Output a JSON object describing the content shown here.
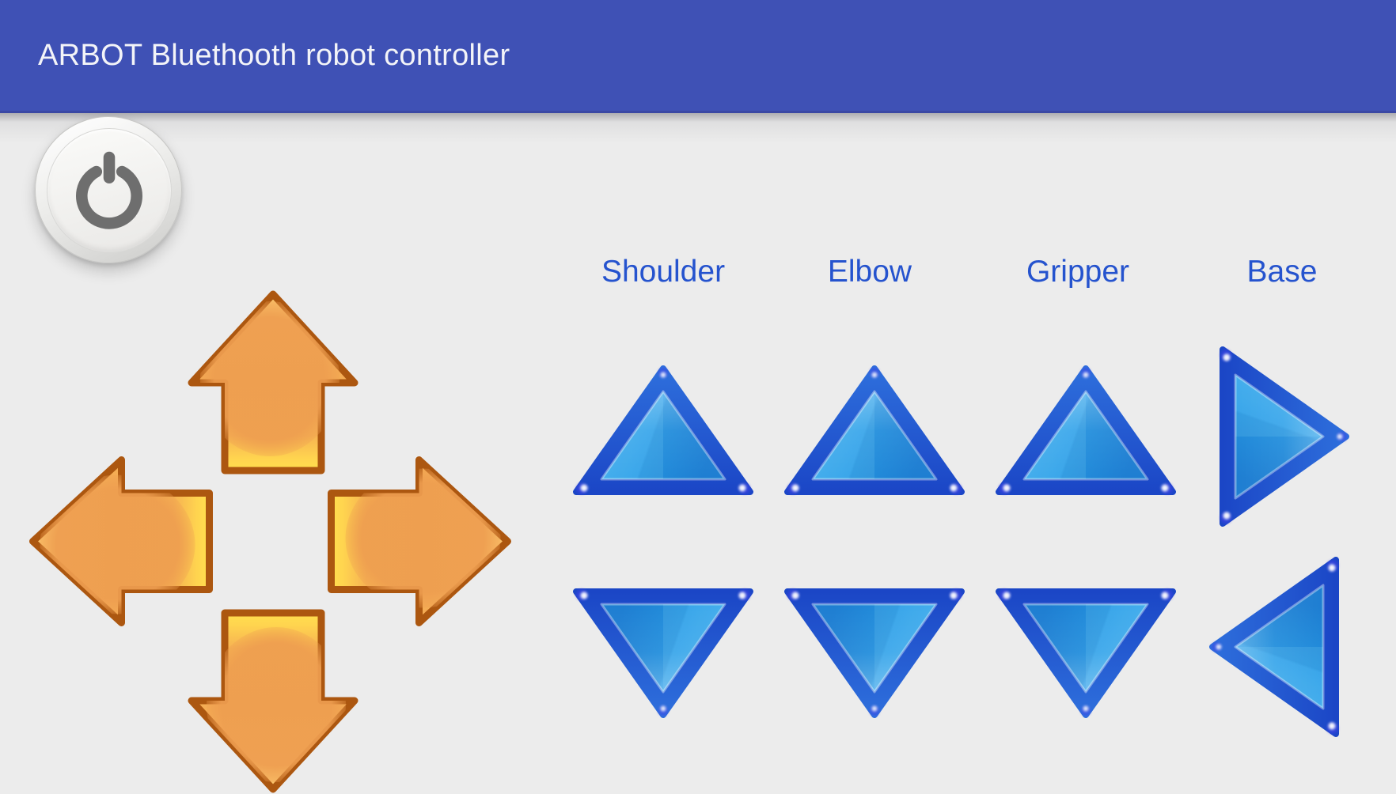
{
  "app_bar": {
    "title": "ARBOT Bluethooth robot controller"
  },
  "power_button": {
    "icon": "power-icon"
  },
  "dpad": {
    "up_icon": "arrow-up-icon",
    "down_icon": "arrow-down-icon",
    "left_icon": "arrow-left-icon",
    "right_icon": "arrow-right-icon"
  },
  "arm_controls": {
    "columns": [
      {
        "label": "Shoulder",
        "up_icon": "triangle-up-icon",
        "down_icon": "triangle-down-icon"
      },
      {
        "label": "Elbow",
        "up_icon": "triangle-up-icon",
        "down_icon": "triangle-down-icon"
      },
      {
        "label": "Gripper",
        "up_icon": "triangle-up-icon",
        "down_icon": "triangle-down-icon"
      },
      {
        "label": "Base",
        "up_icon": "triangle-right-icon",
        "down_icon": "triangle-left-icon"
      }
    ]
  },
  "colors": {
    "app_bar": "#3F51B5",
    "background": "#ECECEC",
    "title_text": "#F3F4F8",
    "label_text": "#2553CE",
    "arrow_fill": "#F4AC54",
    "arrow_border": "#AC5710",
    "triangle_face": "#2D9BE4",
    "triangle_border": "#1C49C4",
    "power_glyph": "#6E6E6E"
  }
}
